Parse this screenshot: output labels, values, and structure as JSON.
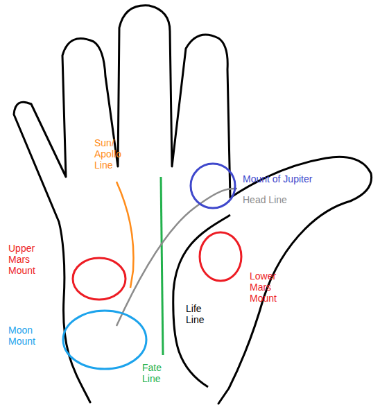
{
  "diagram": {
    "labels": [
      "Sun/ Apollo Line",
      "Mount of Jupiter",
      "Head Line",
      "Upper Mars Mount",
      "Lower Mars Mount",
      "Life Line",
      "Moon Mount",
      "Fate Line"
    ]
  }
}
